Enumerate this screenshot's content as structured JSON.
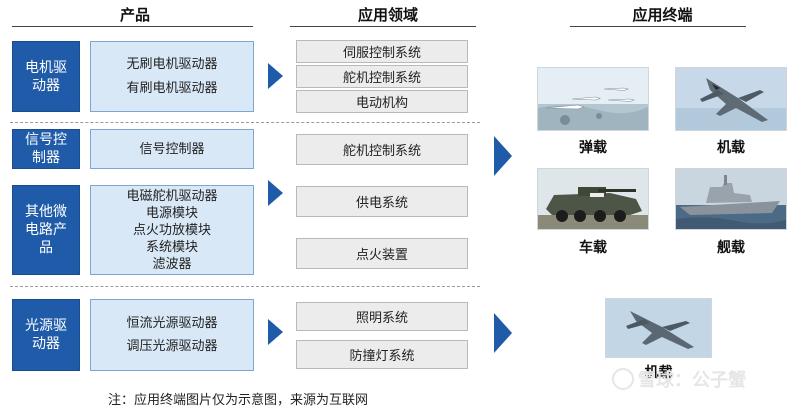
{
  "headers": {
    "products": "产品",
    "applications": "应用领域",
    "terminals": "应用终端"
  },
  "categories": [
    "电机驱\n动器",
    "信号控\n制器",
    "其他微\n电路产\n品",
    "光源驱\n动器"
  ],
  "products": {
    "motor": [
      "无刷电机驱动器",
      "有刷电机驱动器"
    ],
    "signal": [
      "信号控制器"
    ],
    "other": [
      "电磁舵机驱动器",
      "电源模块",
      "点火功放模块",
      "系统模块",
      "滤波器"
    ],
    "light": [
      "恒流光源驱动器",
      "调压光源驱动器"
    ]
  },
  "applications": {
    "motor": [
      "伺服控制系统",
      "舵机控制系统",
      "电动机构"
    ],
    "signal": [
      "舵机控制系统"
    ],
    "other": [
      "供电系统",
      "点火装置"
    ],
    "light": [
      "照明系统",
      "防撞灯系统"
    ]
  },
  "terminals": {
    "missile": "弹载",
    "aircraft": "机载",
    "vehicle": "车载",
    "ship": "舰载",
    "aircraft2": "机载"
  },
  "footnote": "注：应用终端图片仅为示意图，来源为互联网",
  "watermark": "雪球：公子蟹",
  "colors": {
    "category_fill": "#1f5ba8",
    "product_fill": "#d9e8f6",
    "application_fill": "#ececec",
    "arrow": "#1f5ba8"
  }
}
